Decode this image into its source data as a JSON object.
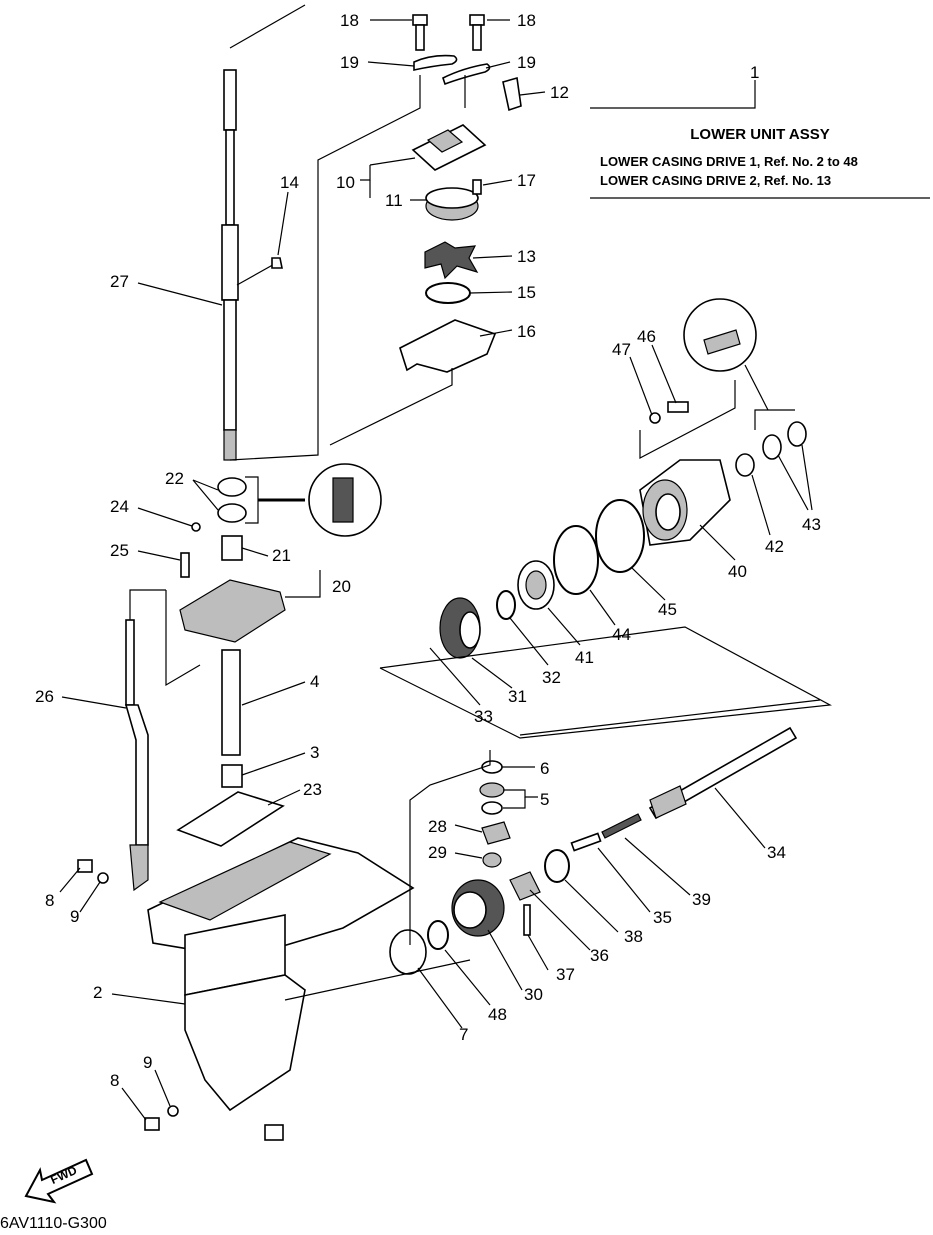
{
  "title": {
    "number": "1",
    "heading": "LOWER  UNIT ASSY",
    "line1": "LOWER CASING DRIVE 1,  Ref. No. 2 to 48",
    "line2": "LOWER CASING DRIVE 2,  Ref. No. 13"
  },
  "fwd_label": "FWD",
  "diagram_code": "6AV1110-G300",
  "callouts": [
    "18",
    "18",
    "19",
    "19",
    "12",
    "10",
    "11",
    "17",
    "13",
    "15",
    "16",
    "14",
    "27",
    "22",
    "21",
    "20",
    "24",
    "25",
    "26",
    "4",
    "3",
    "23",
    "8",
    "9",
    "2",
    "8",
    "9",
    "47",
    "46",
    "43",
    "42",
    "40",
    "45",
    "44",
    "41",
    "32",
    "31",
    "33",
    "6",
    "5",
    "28",
    "29",
    "34",
    "39",
    "35",
    "38",
    "36",
    "37",
    "30",
    "48",
    "7"
  ]
}
